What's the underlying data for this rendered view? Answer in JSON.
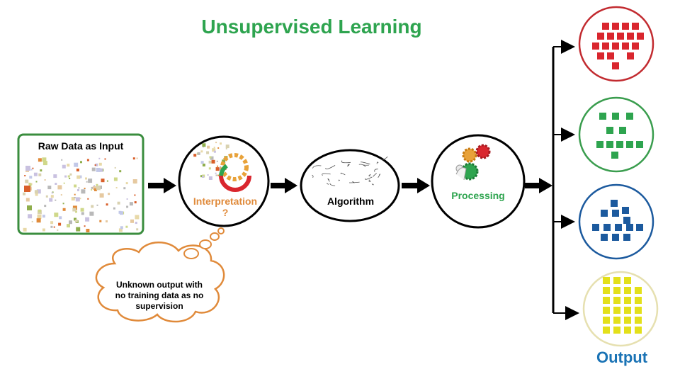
{
  "title": "Unsupervised Learning",
  "raw_data": {
    "label": "Raw Data as Input"
  },
  "interpretation": {
    "label": "Interpretation",
    "mark": "?"
  },
  "algorithm": {
    "label": "Algorithm"
  },
  "processing": {
    "label": "Processing"
  },
  "note": {
    "line1": "Unknown output with",
    "line2": "no training data as no",
    "line3": "supervision"
  },
  "output": {
    "label": "Output"
  },
  "colors": {
    "title": "#2ea44f",
    "interpretation": "#e08a3a",
    "processing": "#2ea44f",
    "output_label": "#1a73b5",
    "cluster_red": "#d9262e",
    "cluster_green": "#2ea44f",
    "cluster_blue": "#1c5a9e",
    "cluster_yellow": "#e3e01a",
    "cloud_outline": "#e08a3a",
    "raw_box_outline": "#3a8d3e"
  },
  "clusters": [
    {
      "name": "red",
      "count": 18
    },
    {
      "name": "green",
      "count": 11
    },
    {
      "name": "blue",
      "count": 13
    },
    {
      "name": "yellow",
      "count": 23
    }
  ]
}
